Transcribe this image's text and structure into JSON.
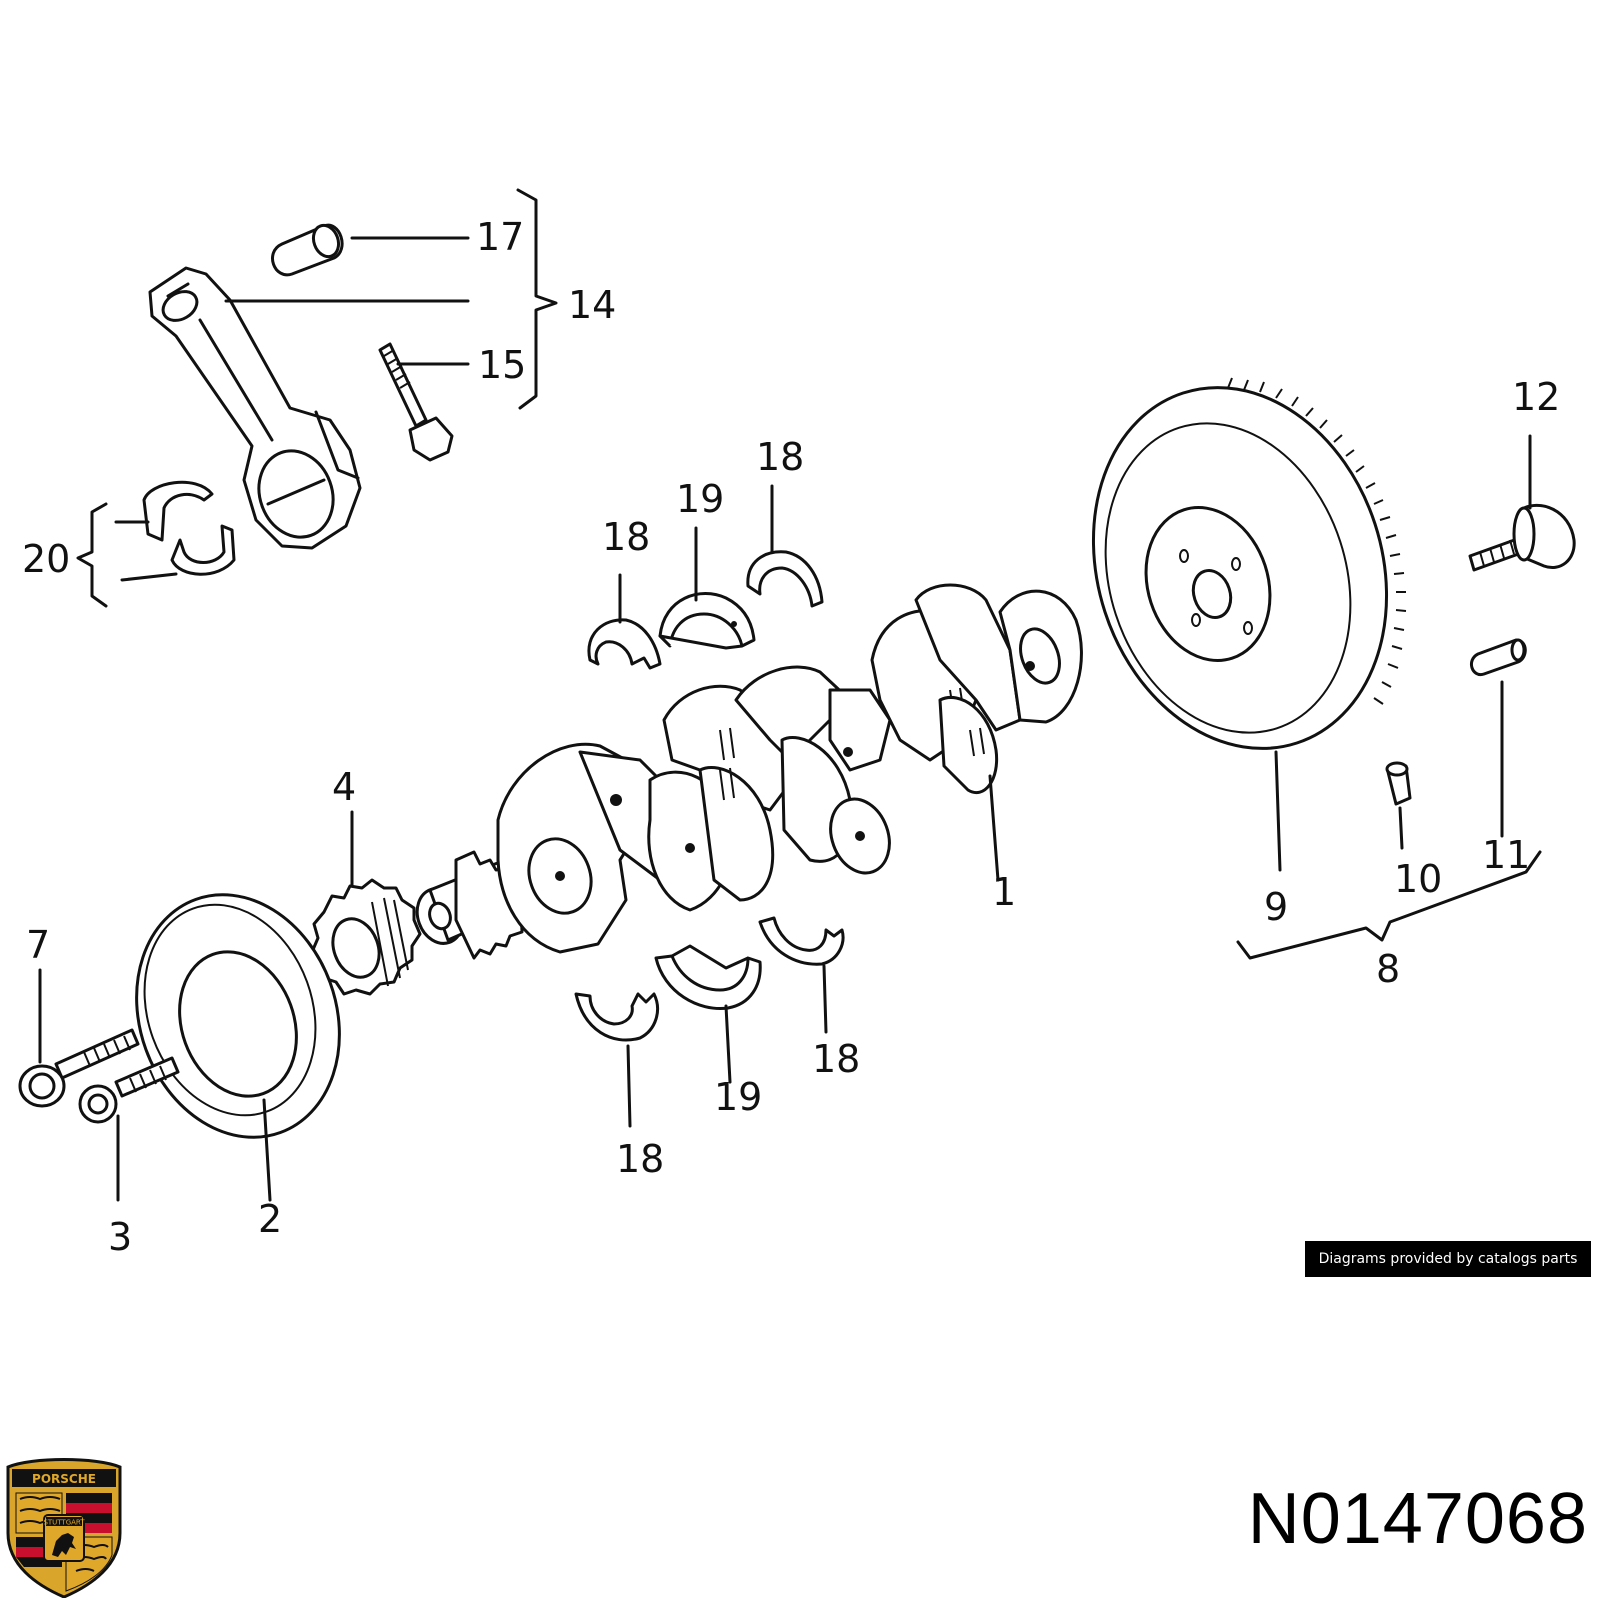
{
  "callouts": [
    {
      "id": "c1",
      "text": "1"
    },
    {
      "id": "c2",
      "text": "2"
    },
    {
      "id": "c3",
      "text": "3"
    },
    {
      "id": "c4",
      "text": "4"
    },
    {
      "id": "c7",
      "text": "7"
    },
    {
      "id": "c8",
      "text": "8"
    },
    {
      "id": "c9",
      "text": "9"
    },
    {
      "id": "c10",
      "text": "10"
    },
    {
      "id": "c11",
      "text": "11"
    },
    {
      "id": "c12",
      "text": "12"
    },
    {
      "id": "c14",
      "text": "14"
    },
    {
      "id": "c15",
      "text": "15"
    },
    {
      "id": "c17",
      "text": "17"
    },
    {
      "id": "c18a",
      "text": "18"
    },
    {
      "id": "c18b",
      "text": "18"
    },
    {
      "id": "c18c",
      "text": "18"
    },
    {
      "id": "c18d",
      "text": "18"
    },
    {
      "id": "c19a",
      "text": "19"
    },
    {
      "id": "c19b",
      "text": "19"
    },
    {
      "id": "c20",
      "text": "20"
    }
  ],
  "credit": "Diagrams provided by catalogs parts",
  "part_number": "N0147068",
  "logo": {
    "icon": "porsche-crest-icon",
    "wordmark": "PORSCHE",
    "city": "STUTTGART",
    "colors": {
      "gold": "#e0a82a",
      "red": "#c8102e",
      "black": "#000000"
    }
  }
}
